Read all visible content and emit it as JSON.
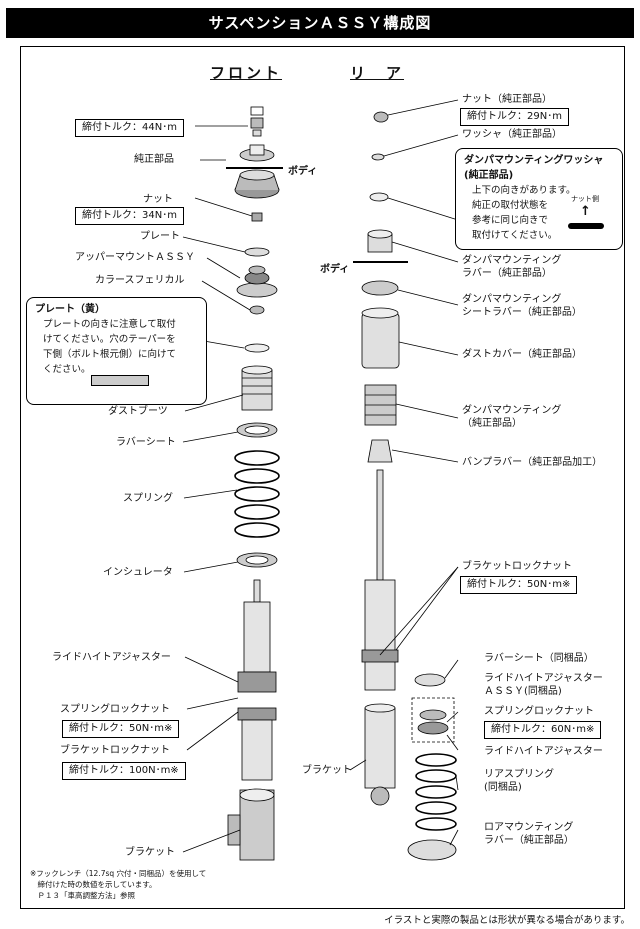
{
  "title": "サスペンションＡＳＳＹ構成図",
  "front": {
    "heading": "フロント",
    "body_label": "ボディ",
    "labels": {
      "torque_top": "締付トルク：44N･m",
      "genuine": "純正部品",
      "nut": "ナット",
      "torque_nut": "締付トルク：34N･m",
      "plate": "プレート",
      "upper_mount": "アッパーマウントＡＳＳＹ",
      "collar": "カラースフェリカル",
      "dust_boot": "ダストブーツ",
      "rubber_seat": "ラバーシート",
      "spring": "スプリング",
      "insulator": "インシュレータ",
      "ride_height": "ライドハイトアジャスター",
      "spring_lock_nut": "スプリングロックナット",
      "torque_spring_lock": "締付トルク：50N･m※",
      "bracket_lock_nut": "ブラケットロックナット",
      "torque_bracket_lock": "締付トルク：100N･m※",
      "bracket": "ブラケット"
    },
    "plate_note": {
      "title": "プレート（黄）",
      "lines": [
        "プレートの向きに注意して取付",
        "けてください。穴のテーパーを",
        "下側（ボルト根元側）に向けて",
        "ください。"
      ]
    }
  },
  "rear": {
    "heading": "リ　ア",
    "body_label": "ボディ",
    "labels": {
      "nut": "ナット（純正部品）",
      "torque_nut": "締付トルク：29N･m",
      "washer": "ワッシャ（純正部品）",
      "mount_rubber": "ダンパマウンティング",
      "mount_rubber2": "ラバー（純正部品）",
      "seat_rubber": "ダンパマウンティング",
      "seat_rubber2": "シートラバー（純正部品）",
      "dust_cover": "ダストカバー（純正部品）",
      "damper_mount": "ダンパマウンティング",
      "damper_mount2": "（純正部品）",
      "bump_rubber": "バンプラバー（純正部品加工）",
      "bracket_lock_nut": "ブラケットロックナット",
      "torque_bracket_lock": "締付トルク：50N･m※",
      "rubber_seat": "ラバーシート（同梱品）",
      "ride_height_assy": "ライドハイトアジャスター",
      "ride_height_assy2": "ＡＳＳＹ(同梱品)",
      "spring_lock_nut": "スプリングロックナット",
      "torque_spring_lock": "締付トルク：60N･m※",
      "ride_height": "ライドハイトアジャスター",
      "rear_spring": "リアスプリング",
      "rear_spring2": "(同梱品)",
      "lower_mount": "ロアマウンティング",
      "lower_mount2": "ラバー（純正部品）",
      "bracket": "ブラケット"
    },
    "washer_note": {
      "title": "ダンパマウンティングワッシャ",
      "sub": "(純正部品)",
      "lines": [
        "上下の向きがあります。",
        "純正の取付状態を",
        "参考に同じ向きで",
        "取付けてください。"
      ],
      "nut_side": "ナット側"
    }
  },
  "footnote": [
    "※フックレンチ（12.7sq 穴付・同梱品）を使用して",
    "　締付けた時の数値を示しています。",
    "　Ｐ１３「車高調整方法」参照"
  ],
  "disclaimer": "イラストと実際の製品とは形状が異なる場合があります。"
}
